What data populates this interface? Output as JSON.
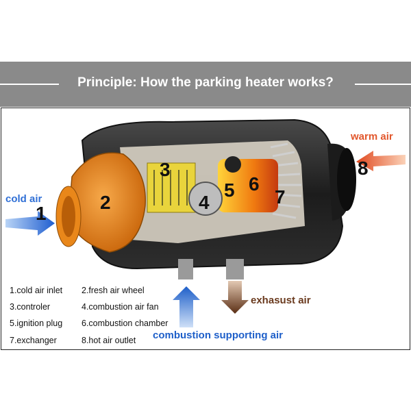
{
  "title": "Principle: How the parking heater works?",
  "labels": {
    "cold_air": "cold air",
    "warm_air": "warm air",
    "exhaust_air": "exhasust air",
    "combustion_air": "combustion supporting air"
  },
  "callouts": [
    "1",
    "2",
    "3",
    "4",
    "5",
    "6",
    "7",
    "8"
  ],
  "legend": [
    "1.cold air inlet",
    "2.fresh air wheel",
    "3.controler",
    "4.combustion air fan",
    "5.ignition plug",
    "6.combustion chamber",
    "7.exchanger",
    "8.hot air outlet"
  ],
  "colors": {
    "band": "#8a8a8a",
    "cold_air": "#2f6fd6",
    "warm_air": "#e2572c",
    "exhaust": "#6a3a1e",
    "combustion_air": "#1e5fc9",
    "orange_fan": "#e98a1e"
  }
}
